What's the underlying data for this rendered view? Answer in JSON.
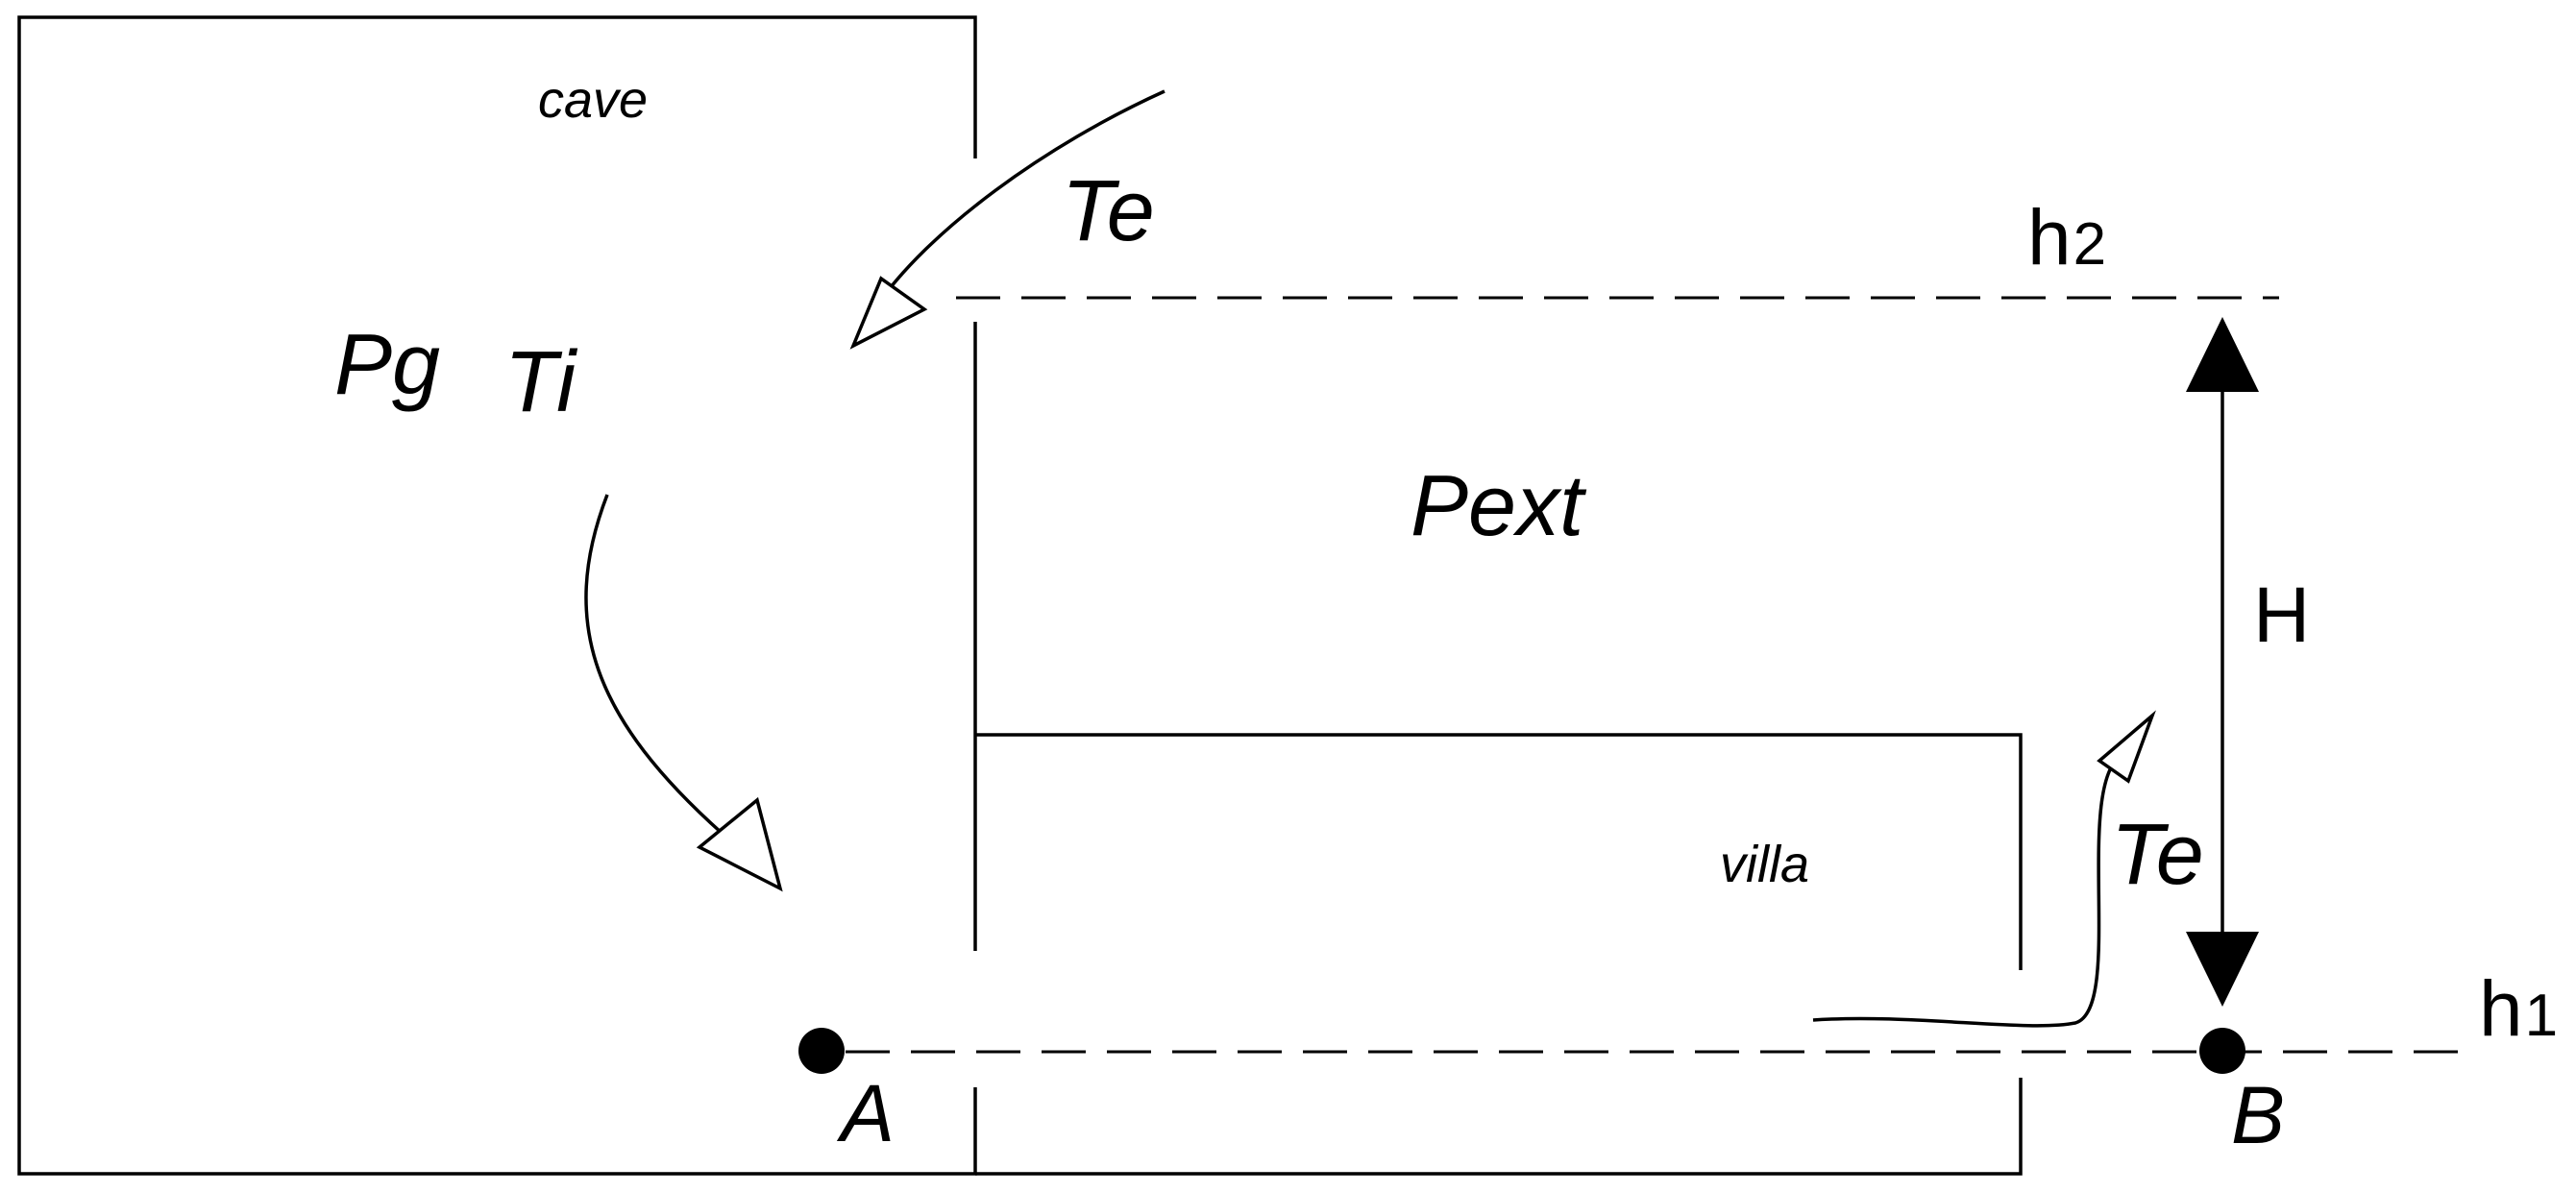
{
  "labels": {
    "cave": "cave",
    "villa": "villa",
    "te_top": "Te",
    "te_right": "Te",
    "pg": "Pg",
    "ti": "Ti",
    "pext": "Pext",
    "h2_base": "h",
    "h2_sub": "2",
    "h1_base": "h",
    "h1_sub": "1",
    "height": "H",
    "point_a": "A",
    "point_b": "B"
  },
  "colors": {
    "ink": "#000000",
    "background": "#ffffff"
  }
}
